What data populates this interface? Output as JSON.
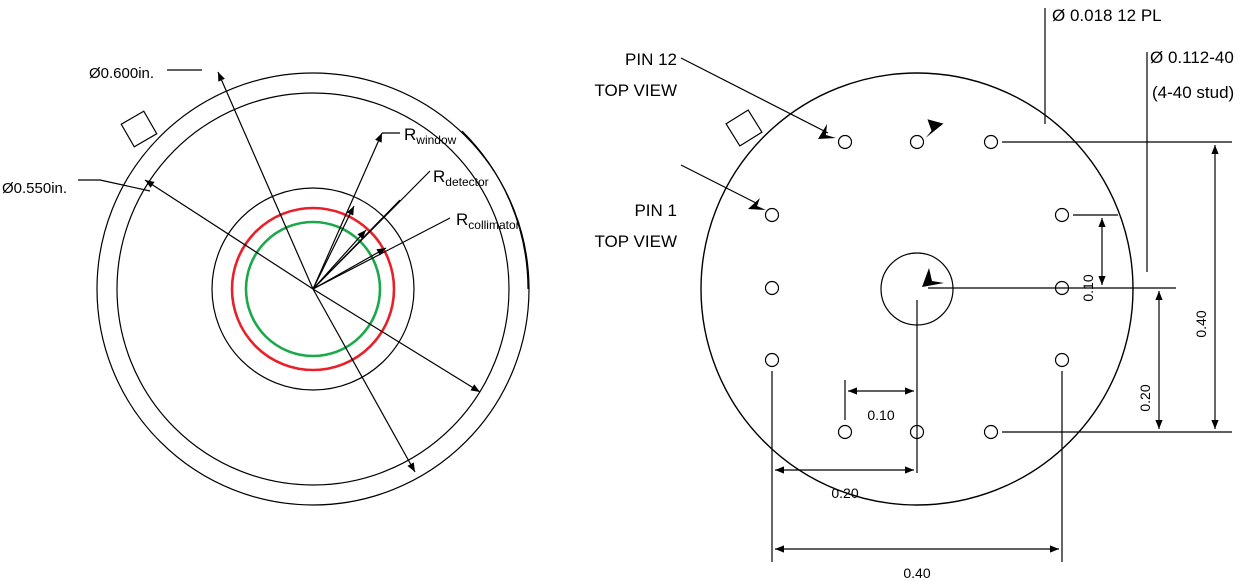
{
  "left_view": {
    "dia_outer": "Ø0.600in.",
    "dia_inner": "Ø0.550in.",
    "r_window_main": "R",
    "r_window_sub": "window",
    "r_detector_main": "R",
    "r_detector_sub": "detector",
    "r_collimator_main": "R",
    "r_collimator_sub": "collimator",
    "colors": {
      "detector_ring": "#e8202a",
      "collimator_ring": "#1aa84a"
    }
  },
  "right_view": {
    "pin_hole_callout": "Ø  0.018  12 PL",
    "stud_callout_1": "Ø 0.112-40",
    "stud_callout_2": "(4-40 stud)",
    "pin12_line1": "PIN 12",
    "pin12_line2": "TOP VIEW",
    "pin1_line1": "PIN 1",
    "pin1_line2": "TOP VIEW",
    "dim_010_bottom": "0.10",
    "dim_020_bottom": "0.20",
    "dim_040_bottom": "0.40",
    "dim_010_right": "0.10",
    "dim_020_right": "0.20",
    "dim_040_right": "0.40"
  }
}
